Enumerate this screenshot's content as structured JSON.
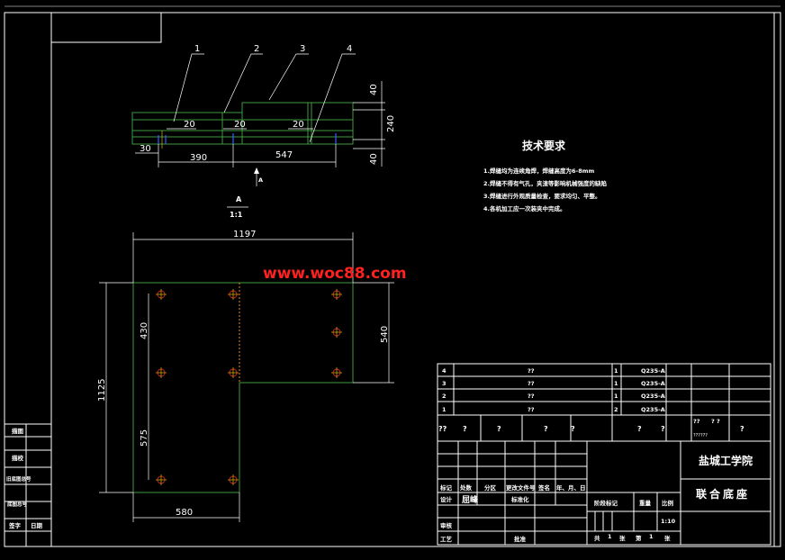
{
  "watermark": "www.woc88.com",
  "top_view": {
    "callouts": [
      "1",
      "2",
      "3",
      "4"
    ],
    "dims": {
      "gap1": "20",
      "gap2": "20",
      "gap3": "20",
      "h40_top": "40",
      "h240": "240",
      "h40_bot": "40",
      "w30": "30",
      "w390": "390",
      "w547": "547"
    },
    "section_marker": "A",
    "section_marker_arrow": "A"
  },
  "scale_note": {
    "letter": "A",
    "scale": "1:1"
  },
  "plan_view": {
    "dims": {
      "w1197": "1197",
      "h1125": "1125",
      "h430": "430",
      "h575": "575",
      "h540": "540",
      "w580": "580"
    }
  },
  "tech_requirements": {
    "title": "技术要求",
    "items": [
      "1.焊缝均为连续角焊，焊缝高度为6-8mm",
      "2.焊缝不得有气孔，夹渣等影响机械强度的缺陷",
      "3.焊缝进行外观质量检查，要求均匀、平整。",
      "4.各机加工应一次装夹中完成。"
    ]
  },
  "bom": {
    "rows": [
      {
        "no": "4",
        "name": "??",
        "qty": "1",
        "material": "Q235-A"
      },
      {
        "no": "3",
        "name": "??",
        "qty": "1",
        "material": "Q235-A"
      },
      {
        "no": "2",
        "name": "??",
        "qty": "1",
        "material": "Q235-A"
      },
      {
        "no": "1",
        "name": "??",
        "qty": "2",
        "material": "Q235-A"
      }
    ],
    "header": [
      "??",
      "?",
      "?",
      "?",
      "?",
      "?",
      "?",
      "??",
      "? ?",
      "?"
    ],
    "header_small": "??????"
  },
  "title_block": {
    "institution": "盐城工学院",
    "drawing_name": "联合底座",
    "labels": {
      "mark": "标记",
      "count": "处数",
      "zone": "分区",
      "change_doc": "更改文件号",
      "sign": "签名",
      "date": "年、月、日",
      "design": "设计",
      "designer": "屈峰",
      "standard": "标准化",
      "review": "审核",
      "process": "工艺",
      "approve": "批准",
      "stage": "阶段标记",
      "weight": "重量",
      "scale_label": "比例",
      "scale_value": "1:10",
      "sheets_total": "共",
      "sheets_total_n": "1",
      "sheets_total_unit": "张",
      "sheet_no": "第",
      "sheet_no_n": "1",
      "sheet_no_unit": "张"
    }
  },
  "side_block": {
    "items": [
      "描图",
      "描校",
      "旧底图总号",
      "底图总号",
      "签字",
      "日期"
    ]
  }
}
